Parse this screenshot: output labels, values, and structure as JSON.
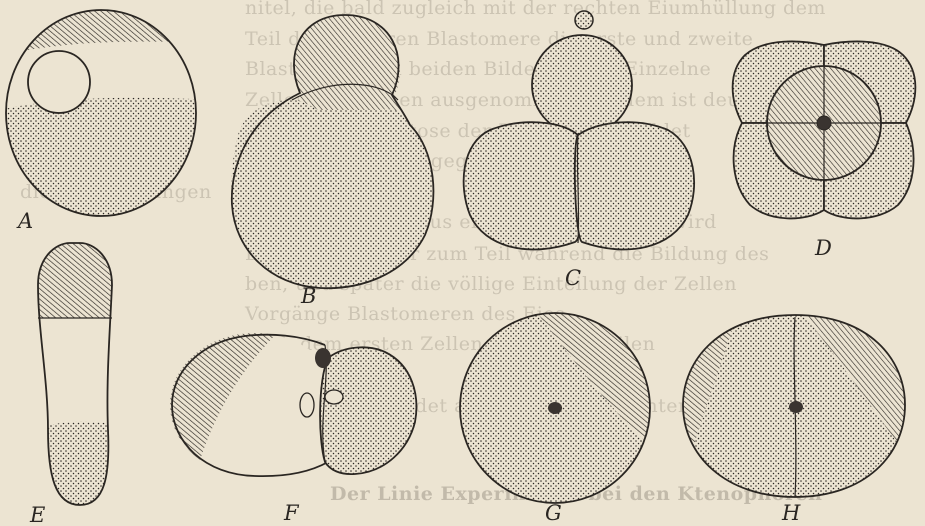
{
  "figure_labels": {
    "A": "A",
    "B": "B",
    "C": "C",
    "D": "D",
    "E": "E",
    "F": "F",
    "G": "G",
    "H": "H"
  },
  "colors": {
    "paper": "#ece4d2",
    "ink": "#2a2622",
    "bleed_through": "#8a8275"
  }
}
